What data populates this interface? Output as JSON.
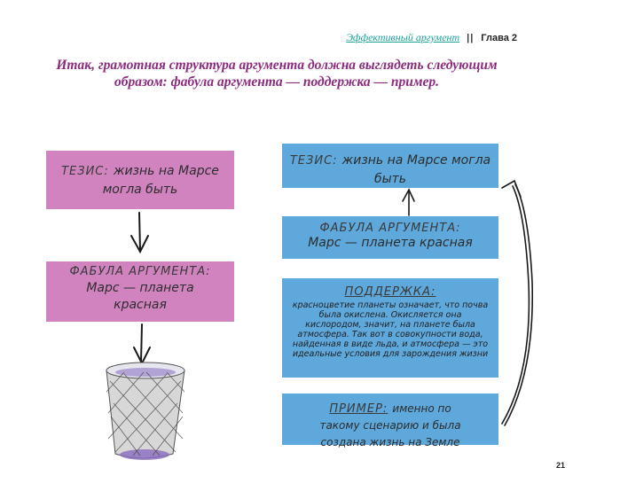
{
  "header": {
    "book_title": "Эффективный аргумент",
    "separator": "||",
    "chapter": "Глава 2"
  },
  "intro": "Итак, грамотная структура аргумента должна выглядеть следующим образом: фабула аргумента — поддержка — пример.",
  "left": {
    "thesis": {
      "label": "ТЕЗИС:",
      "text": "жизнь на Марсе могла быть"
    },
    "fable": {
      "label": "ФАБУЛА АРГУМЕНТА:",
      "text": "Марс — планета красная"
    }
  },
  "right": {
    "thesis": {
      "label": "ТЕЗИС:",
      "text": "жизнь на Марсе могла быть"
    },
    "fable": {
      "label": "ФАБУЛА АРГУМЕНТА:",
      "text": "Марс — планета красная"
    },
    "support": {
      "label": "ПОДДЕРЖКА:",
      "text": "красноцветие планеты означает, что почва была окислена. Окисляется она кислородом, значит, на планете была атмосфера. Так вот в совокупности вода, найденная в виде льда, и атмосфера — это идеальные условия для зарождения жизни"
    },
    "example": {
      "label": "ПРИМЕР:",
      "text": "именно по такому сценарию и была создана жизнь на Земле"
    }
  },
  "page_number": "21",
  "colors": {
    "pink": "#d083bf",
    "blue": "#5ea8dc",
    "intro": "#8c2a7e",
    "header_link": "#1aa39a"
  }
}
